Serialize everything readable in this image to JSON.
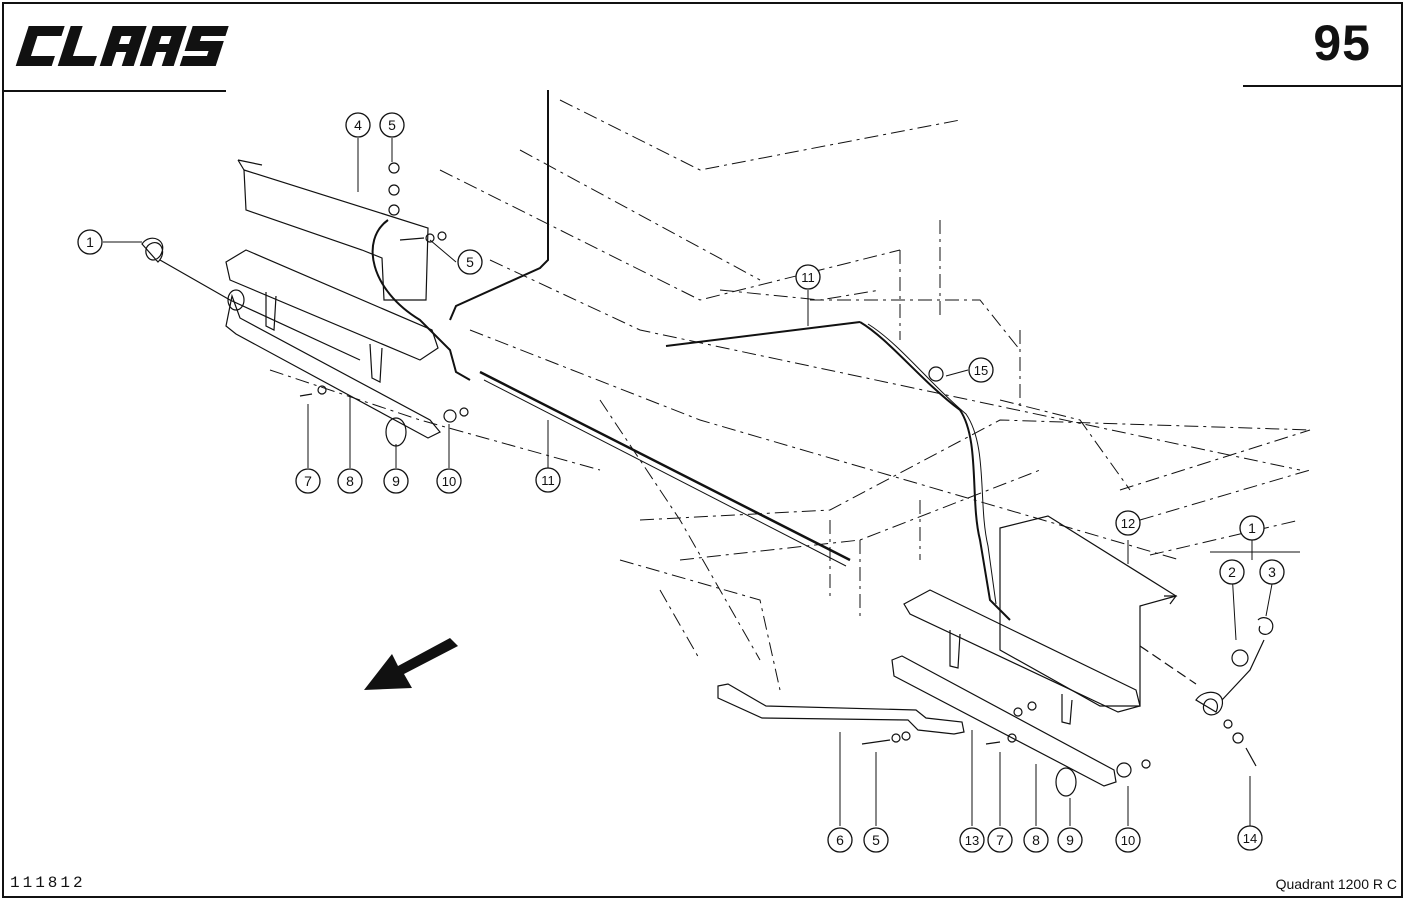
{
  "header": {
    "brand": "CLAAS",
    "page_number": "95"
  },
  "footer": {
    "drawing_number": "111812",
    "model": "Quadrant 1200 R C"
  },
  "callouts": [
    {
      "id": "c1a",
      "label": "1"
    },
    {
      "id": "c4",
      "label": "4"
    },
    {
      "id": "c5a",
      "label": "5"
    },
    {
      "id": "c5b",
      "label": "5"
    },
    {
      "id": "c7a",
      "label": "7"
    },
    {
      "id": "c8a",
      "label": "8"
    },
    {
      "id": "c9a",
      "label": "9"
    },
    {
      "id": "c10a",
      "label": "10"
    },
    {
      "id": "c11a",
      "label": "11"
    },
    {
      "id": "c11b",
      "label": "11"
    },
    {
      "id": "c15",
      "label": "15"
    },
    {
      "id": "c12",
      "label": "12"
    },
    {
      "id": "c1b",
      "label": "1"
    },
    {
      "id": "c2",
      "label": "2"
    },
    {
      "id": "c3",
      "label": "3"
    },
    {
      "id": "c6",
      "label": "6"
    },
    {
      "id": "c5c",
      "label": "5"
    },
    {
      "id": "c13",
      "label": "13"
    },
    {
      "id": "c7b",
      "label": "7"
    },
    {
      "id": "c8b",
      "label": "8"
    },
    {
      "id": "c9b",
      "label": "9"
    },
    {
      "id": "c10b",
      "label": "10"
    },
    {
      "id": "c14",
      "label": "14"
    }
  ],
  "icons": {
    "direction_arrow": "direction-arrow-icon",
    "logo": "claas-logo"
  }
}
